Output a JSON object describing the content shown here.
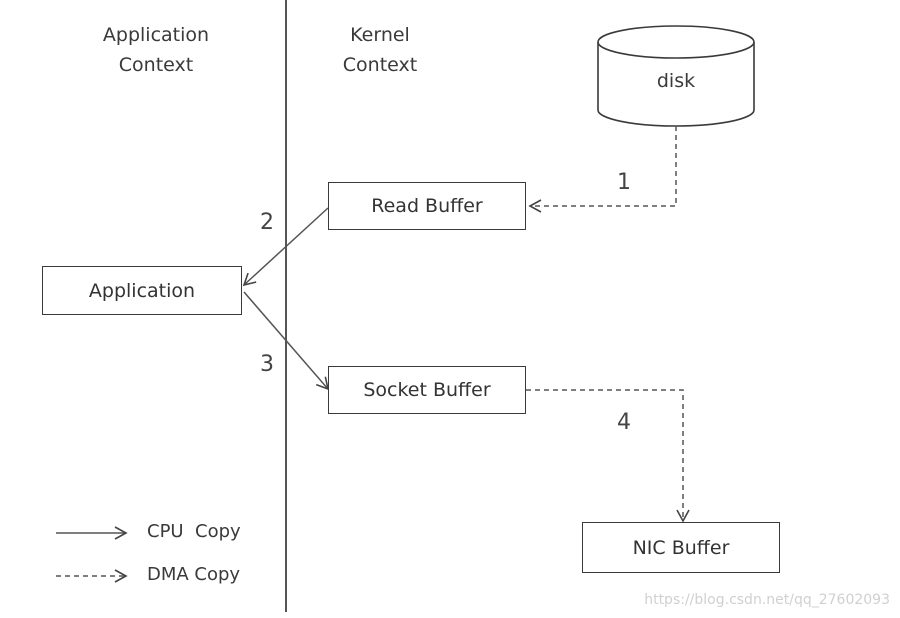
{
  "headers": {
    "application_context": [
      "Application",
      "Context"
    ],
    "kernel_context": [
      "Kernel",
      "Context"
    ]
  },
  "nodes": {
    "disk": "disk",
    "read_buffer": "Read Buffer",
    "application": "Application",
    "socket_buffer": "Socket Buffer",
    "nic_buffer": "NIC Buffer"
  },
  "steps": {
    "s1": "1",
    "s2": "2",
    "s3": "3",
    "s4": "4"
  },
  "legend": {
    "cpu_copy": "CPU  Copy",
    "dma_copy": "DMA Copy"
  },
  "watermark": "https://blog.csdn.net/qq_27602093"
}
